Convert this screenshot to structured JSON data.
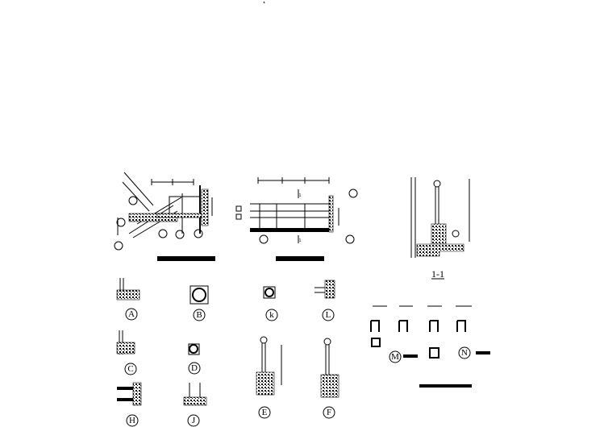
{
  "drawing": {
    "section_label": "1-1",
    "details": [
      {
        "id": "A",
        "label": "A"
      },
      {
        "id": "B",
        "label": "B"
      },
      {
        "id": "K",
        "label": "k"
      },
      {
        "id": "L",
        "label": "L"
      },
      {
        "id": "C",
        "label": "C"
      },
      {
        "id": "D",
        "label": "D"
      },
      {
        "id": "E",
        "label": "E"
      },
      {
        "id": "F",
        "label": "F"
      },
      {
        "id": "H",
        "label": "H"
      },
      {
        "id": "J",
        "label": "J"
      },
      {
        "id": "M",
        "label": "M"
      },
      {
        "id": "N",
        "label": "N"
      }
    ],
    "elevation_section_marks": [
      "1",
      "1"
    ]
  }
}
